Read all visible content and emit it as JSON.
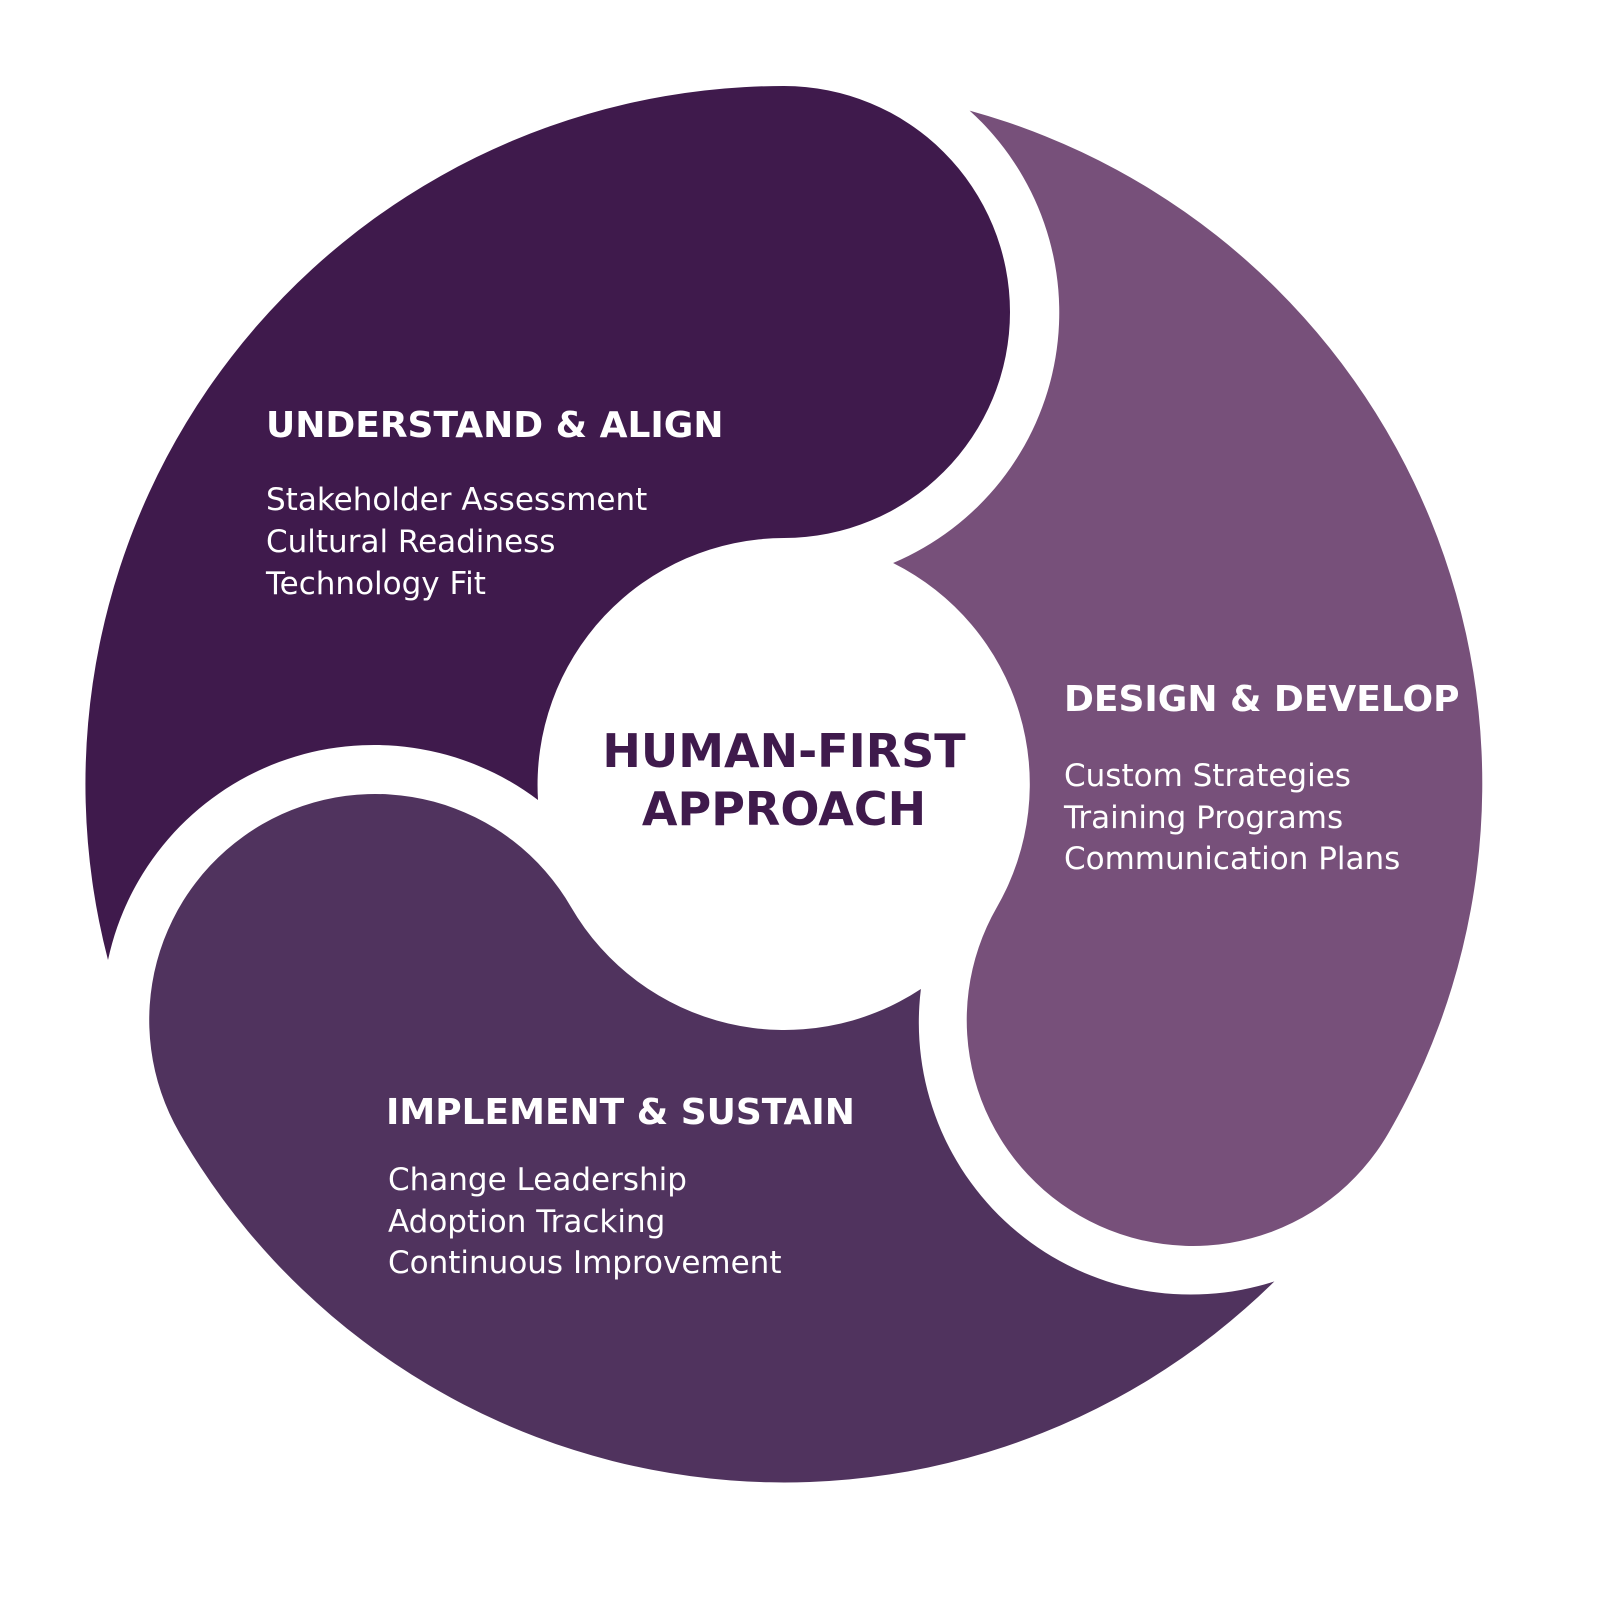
{
  "center": {
    "line1": "HUMAN-FIRST",
    "line2": "APPROACH",
    "color": "#3f1a4c"
  },
  "segments": [
    {
      "title": "UNDERSTAND & ALIGN",
      "items": [
        "Stakeholder Assessment",
        "Cultural Readiness",
        "Technology Fit"
      ],
      "color": "#3f1a4c"
    },
    {
      "title": "DESIGN & DEVELOP",
      "items": [
        "Custom Strategies",
        "Training Programs",
        "Communication Plans"
      ],
      "color": "#77507a"
    },
    {
      "title": "IMPLEMENT & SUSTAIN",
      "items": [
        "Change Leadership",
        "Adoption Tracking",
        "Continuous Improvement"
      ],
      "color": "#50335e"
    }
  ]
}
